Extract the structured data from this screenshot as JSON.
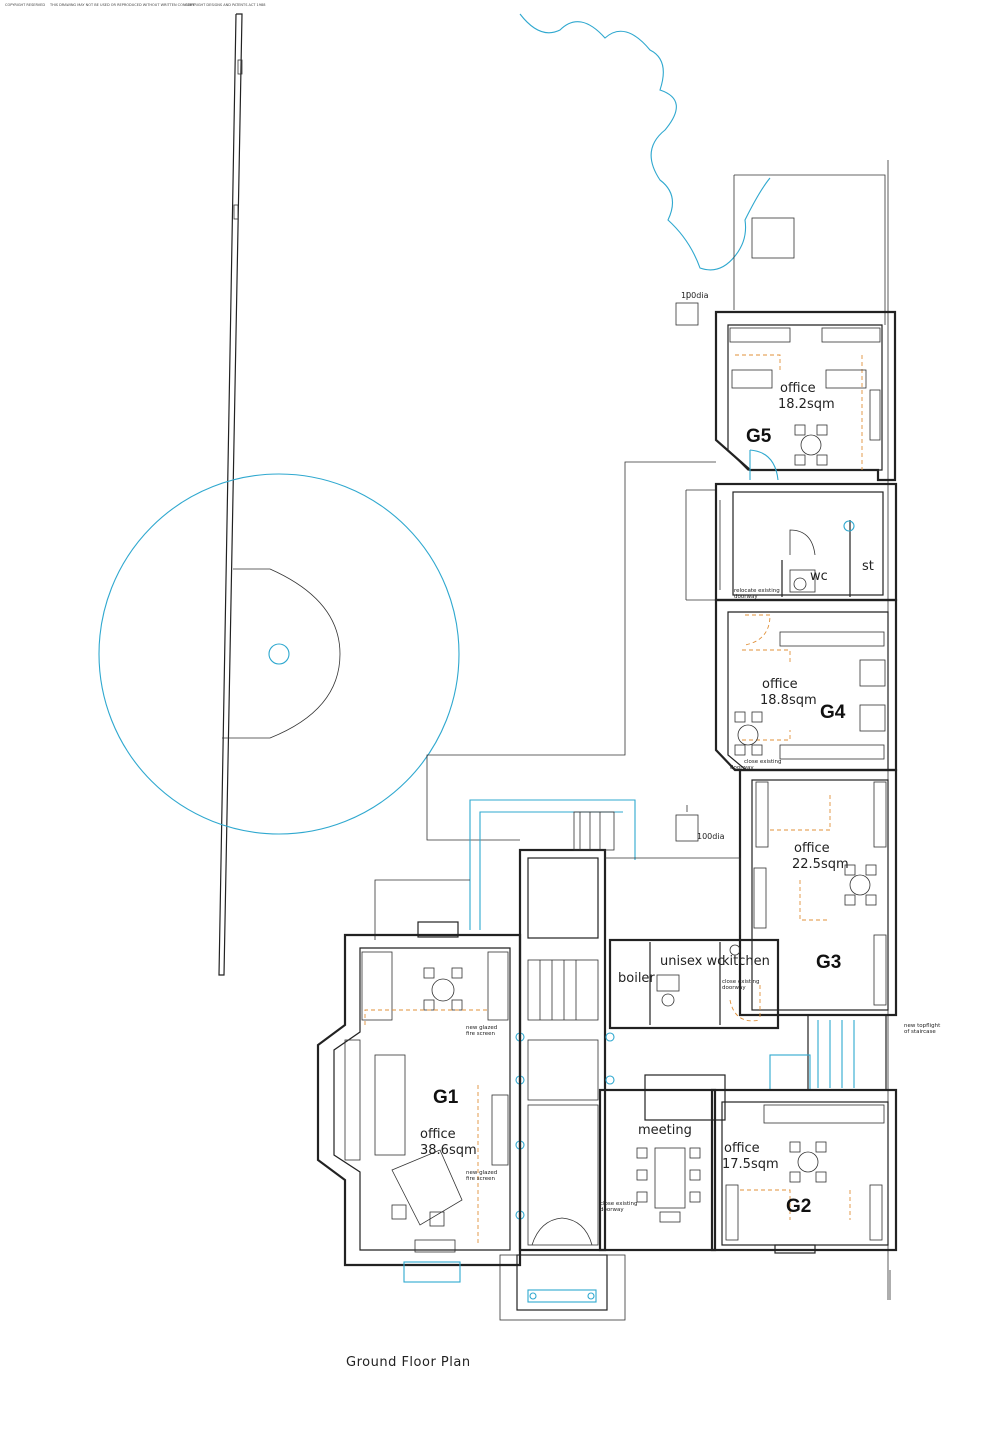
{
  "header_notes": [
    "COPYRIGHT RESERVED",
    "THIS DRAWING MAY NOT BE USED OR REPRODUCED WITHOUT WRITTEN CONSENT",
    "COPYRIGHT DESIGNS AND PATENTS ACT 1988"
  ],
  "drawing_title": "Ground Floor Plan",
  "dims": {
    "d1": "100dia",
    "d2": "100dia"
  },
  "rooms": {
    "g5": {
      "code": "G5",
      "label": "office",
      "area": "18.2sqm"
    },
    "g4": {
      "code": "G4",
      "label": "office",
      "area": "18.8sqm"
    },
    "g3": {
      "code": "G3",
      "label": "office",
      "area": "22.5sqm"
    },
    "g2": {
      "code": "G2",
      "label": "office",
      "area": "17.5sqm"
    },
    "g1": {
      "code": "G1",
      "label": "office",
      "area": "38.6sqm"
    },
    "wc": "wc",
    "st": "st",
    "boiler": "boiler",
    "unisex_wc": "unisex wc",
    "kitchen": "kitchen",
    "meeting": "meeting"
  },
  "notes": {
    "relocate": [
      "relocate existing",
      "doorway"
    ],
    "close_g4": [
      "close existing",
      "doorway"
    ],
    "close_kitchen": [
      "close existing",
      "doorway"
    ],
    "close_meeting": [
      "close existing",
      "doorway"
    ],
    "fire_screen_1": [
      "new glazed",
      "fire screen"
    ],
    "fire_screen_2": [
      "new glazed",
      "fire screen"
    ],
    "topflight": [
      "new topflight",
      "of staircase"
    ]
  }
}
